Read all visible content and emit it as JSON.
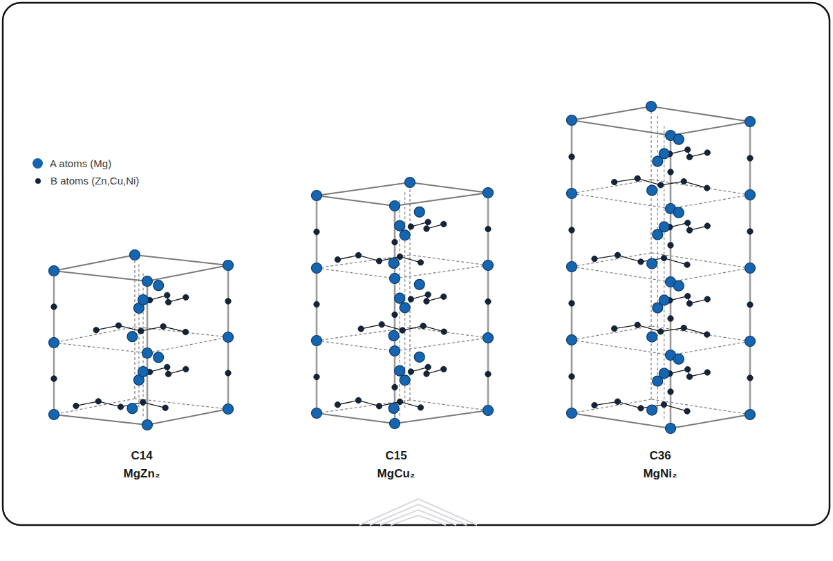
{
  "diagram": {
    "labels": [
      "C14",
      "MgZn₂",
      "C15",
      "MgCu₂",
      "C36",
      "MgNi₂"
    ],
    "legend": [
      {
        "text": "A atoms (Mg)",
        "color": "#1565b0"
      },
      {
        "text": "B atoms (Zn,Cu,Ni)",
        "color": "#14243a"
      }
    ]
  }
}
